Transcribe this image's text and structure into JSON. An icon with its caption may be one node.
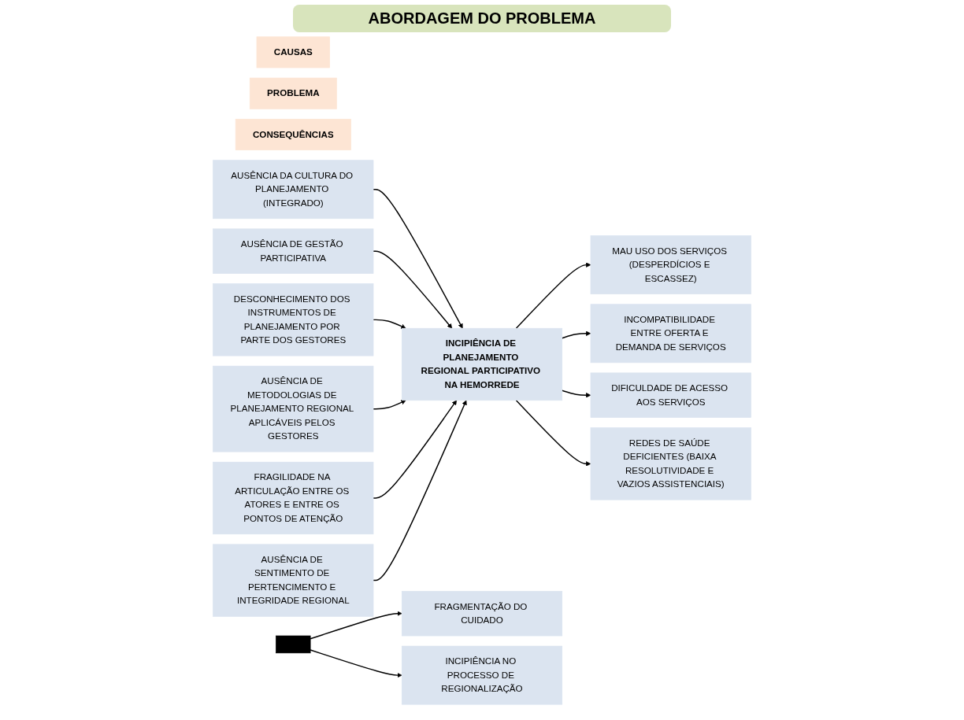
{
  "diagram": {
    "title": "ABORDAGEM DO PROBLEMA",
    "nodes": [
      {
        "text": [
          "CAUSAS"
        ]
      },
      {
        "text": [
          "PROBLEMA"
        ]
      },
      {
        "text": [
          "CONSEQUÊNCIAS"
        ]
      },
      {
        "text": [
          "AUSÊNCIA DA CULTURA DO PLANEJAMENTO (INTEGRADO)"
        ]
      },
      {
        "text": [
          "AUSÊNCIA DE GESTÃO PARTICIPATIVA"
        ]
      },
      {
        "text": [
          "DESCONHECIMENTO DOS INSTRUMENTOS DE PLANEJAMENTO POR PARTE DOS GESTORES"
        ]
      },
      {
        "text": [
          "AUSÊNCIA DE METODOLOGIAS DE PLANEJAMENTO REGIONAL APLICÁVEIS PELOS GESTORES"
        ]
      },
      {
        "text": [
          "FRAGILIDADE NA ARTICULAÇÃO ENTRE OS ATORES E ENTRE OS PONTOS DE ATENÇÃO"
        ]
      },
      {
        "text": [
          "AUSÊNCIA DE SENTIMENTO DE PERTENCIMENTO E INTEGRIDADE REGIONAL"
        ]
      },
      {
        "text": [
          "INCIPIÊNCIA DE PLANEJAMENTO REGIONAL PARTICIPATIVO NA HEMORREDE"
        ]
      },
      {
        "text": [
          "MAU USO DOS SERVIÇOS (DESPERDÍCIOS E ESCASSEZ)"
        ]
      },
      {
        "text": [
          "INCOMPATIBILIDADE ENTRE OFERTA E DEMANDA DE SERVIÇOS"
        ]
      },
      {
        "text": [
          "DIFICULDADE DE ACESSO AOS SERVIÇOS"
        ]
      },
      {
        "text": [
          "REDES DE SAÚDE DEFICIENTES (BAIXA RESOLUTIVIDADE E VAZIOS ASSISTENCIAIS)"
        ]
      },
      {
        "text": [],
        "shape": "bar"
      },
      {
        "text": [
          "FRAGMENTAÇÃO DO CUIDADO"
        ]
      },
      {
        "text": [
          "INCIPIÊNCIA NO PROCESSO DE REGIONALIZAÇÃO"
        ]
      }
    ],
    "edges": [
      {
        "from": 3,
        "to": 9,
        "arrow": "to"
      },
      {
        "from": 4,
        "to": 9,
        "arrow": "to"
      },
      {
        "from": 5,
        "to": 9,
        "arrow": "to"
      },
      {
        "from": 6,
        "to": 9,
        "arrow": "to"
      },
      {
        "from": 7,
        "to": 9,
        "arrow": "to"
      },
      {
        "from": 8,
        "to": 9,
        "arrow": "to"
      },
      {
        "from": 9,
        "to": 10,
        "arrow": "to"
      },
      {
        "from": 9,
        "to": 11,
        "arrow": "to"
      },
      {
        "from": 9,
        "to": 12,
        "arrow": "to"
      },
      {
        "from": 9,
        "to": 13,
        "arrow": "to"
      },
      {
        "from": 14,
        "to": 15,
        "arrow": "to"
      },
      {
        "from": 14,
        "to": 16,
        "arrow": "to"
      }
    ]
  }
}
